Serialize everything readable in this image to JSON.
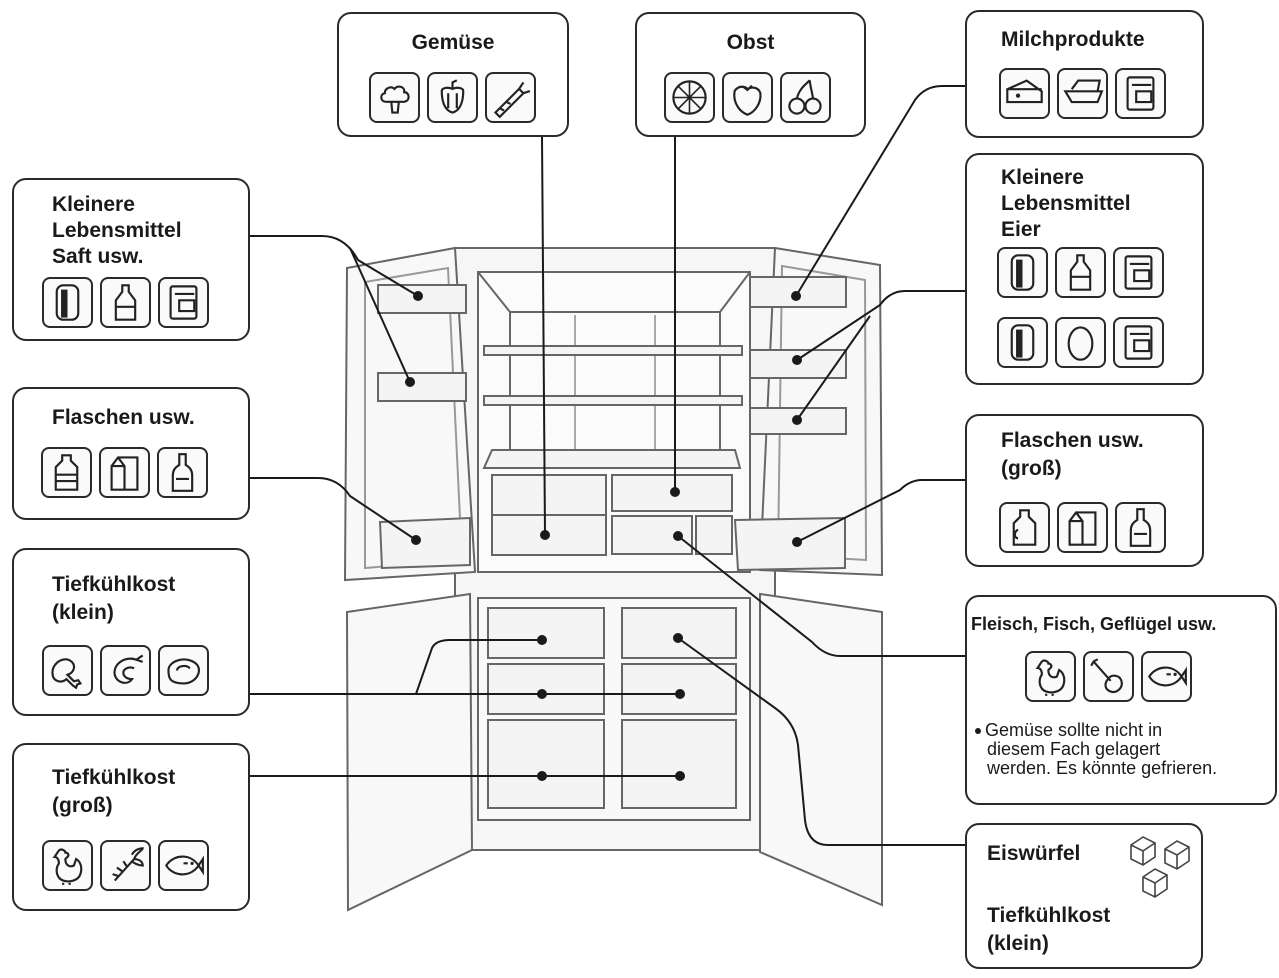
{
  "labels": {
    "gemuese": "Gemüse",
    "obst": "Obst",
    "milchprodukte": "Milchprodukte",
    "kleinere_saft_l1": "Kleinere",
    "kleinere_saft_l2": "Lebensmittel",
    "kleinere_saft_l3": "Saft usw.",
    "kleinere_eier_l1": "Kleinere",
    "kleinere_eier_l2": "Lebensmittel",
    "kleinere_eier_l3": "Eier",
    "flaschen_left": "Flaschen usw.",
    "flaschen_right_l1": "Flaschen usw.",
    "flaschen_right_l2": "(groß)",
    "tiefkuehl_klein_l1": "Tiefkühlkost",
    "tiefkuehl_klein_l2": "(klein)",
    "tiefkuehl_gross_l1": "Tiefkühlkost",
    "tiefkuehl_gross_l2": "(groß)",
    "fleisch": "Fleisch, Fisch, Geflügel usw.",
    "note_l1": "Gemüse sollte nicht in",
    "note_l2": "diesem Fach gelagert",
    "note_l3": "werden. Es könnte gefrieren.",
    "eiswuerfel": "Eiswürfel",
    "tiefkuehl_eis_l1": "Tiefkühlkost",
    "tiefkuehl_eis_l2": "(klein)"
  },
  "icons": {
    "gemuese": [
      "broccoli-icon",
      "pepper-icon",
      "carrot-icon"
    ],
    "obst": [
      "orange-slice-icon",
      "strawberry-icon",
      "cherry-icon"
    ],
    "milchprodukte": [
      "cheese-icon",
      "butter-icon",
      "container-icon"
    ],
    "kleinere_saft": [
      "can-icon",
      "sauce-bottle-icon",
      "container-icon"
    ],
    "kleinere_eier_row1": [
      "can-icon",
      "sauce-bottle-icon",
      "container-icon"
    ],
    "kleinere_eier_row2": [
      "can-icon",
      "egg-icon",
      "container-icon"
    ],
    "flaschen_left": [
      "water-bottle-icon",
      "milk-carton-icon",
      "wine-bottle-icon"
    ],
    "flaschen_right": [
      "jug-icon",
      "milk-carton-icon",
      "wine-bottle-icon"
    ],
    "tiefkuehl_klein": [
      "chicken-leg-icon",
      "shrimp-icon",
      "fish-steak-icon"
    ],
    "tiefkuehl_gross": [
      "rooster-icon",
      "lobster-icon",
      "fish-icon"
    ],
    "fleisch": [
      "rooster-icon",
      "drumstick-icon",
      "fish-icon"
    ],
    "eiswuerfel": [
      "ice-cubes-icon"
    ]
  },
  "colors": {
    "line": "#1a1a1a",
    "fridge_stroke": "#555555",
    "fridge_fill": "#f3f3f3"
  }
}
